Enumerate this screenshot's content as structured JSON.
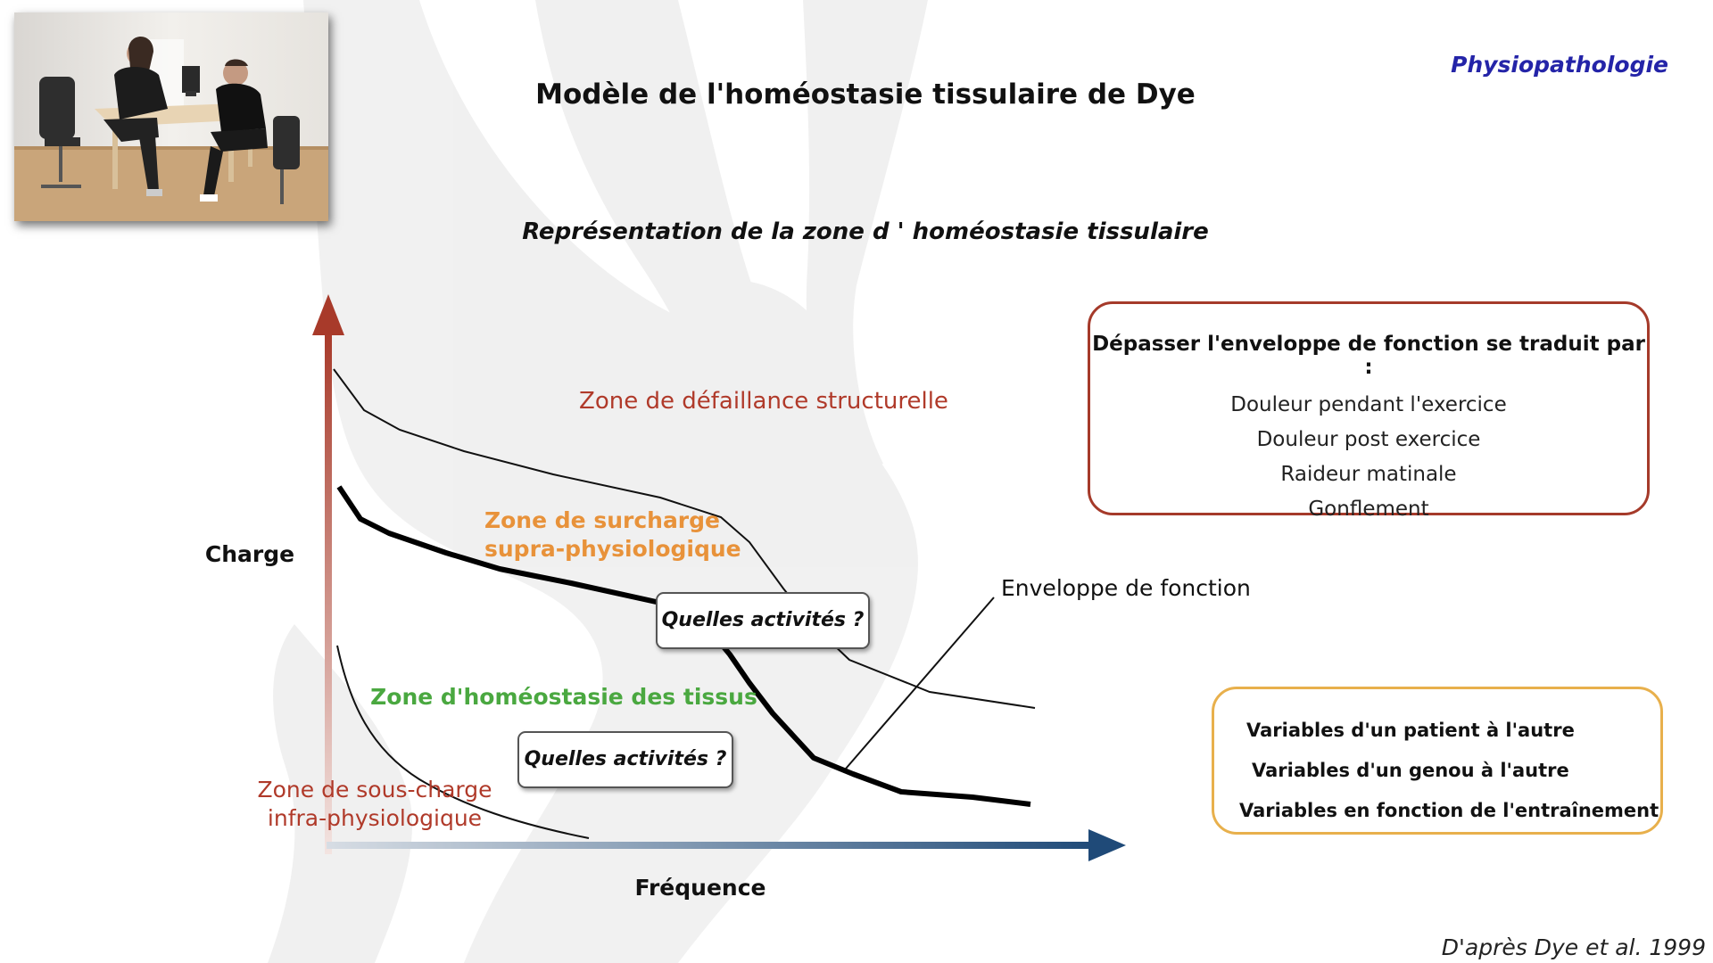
{
  "header": {
    "title": "Modèle de l'homéostasie tissulaire de Dye",
    "subtitle": "Représentation de la zone d ' homéostasie tissulaire",
    "section_tag": "Physiopathologie"
  },
  "footer": {
    "credit": "D'après Dye et al. 1999"
  },
  "diagram": {
    "axis_y_label": "Charge",
    "axis_x_label": "Fréquence",
    "zones": {
      "structural_failure": "Zone de défaillance structurelle",
      "supra_line1": "Zone de surcharge",
      "supra_line2": "supra-physiologique",
      "homeostasis": "Zone d'homéostasie des tissus",
      "infra_line1": "Zone de sous-charge",
      "infra_line2": "infra-physiologique"
    },
    "envelope_label": "Enveloppe de fonction",
    "activities_upper": "Quelles activités ?",
    "activities_lower": "Quelles activités ?"
  },
  "info_box": {
    "heading": "Dépasser l'enveloppe de fonction se traduit par :",
    "items": [
      "Douleur pendant l'exercice",
      "Douleur post exercice",
      "Raideur matinale",
      "Gonflement"
    ]
  },
  "variables_box": {
    "items": [
      "Variables d'un patient à l'autre",
      "Variables d'un genou à l'autre",
      "Variables en fonction de l'entraînement"
    ]
  },
  "colors": {
    "axis_y_top": "#a83a2a",
    "axis_x_end": "#1f4a78",
    "zone_red": "#b03a2a",
    "zone_orange": "#e8923a",
    "zone_green": "#4aa840",
    "tag_blue": "#2424a8",
    "box_red": "#a53a2a",
    "box_orange": "#e8b04c"
  }
}
